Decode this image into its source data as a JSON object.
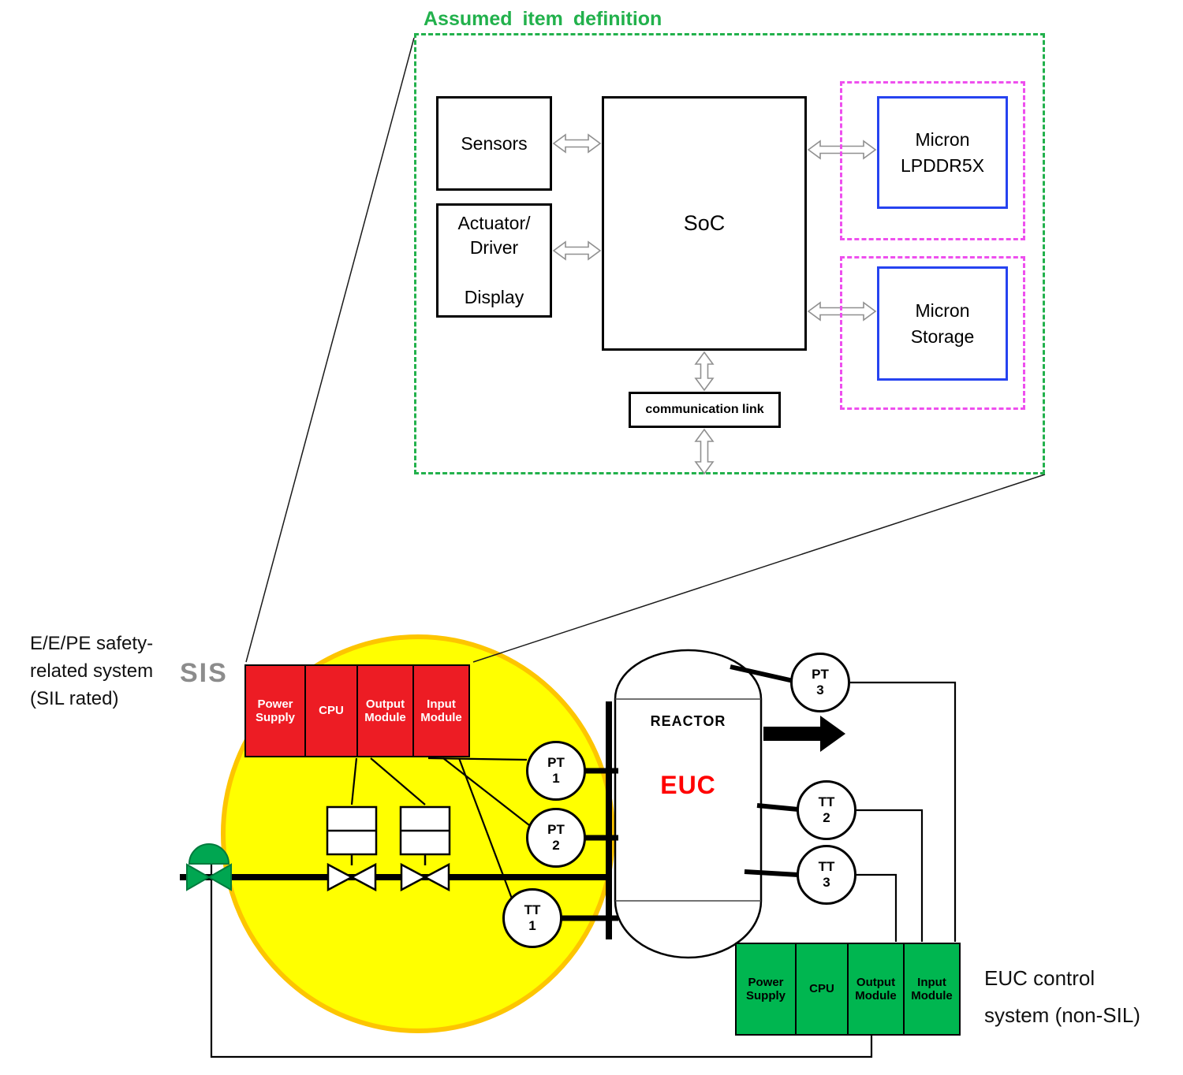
{
  "assumed_item": {
    "title": "Assumed item definition",
    "sensors": "Sensors",
    "actuator": "Actuator/\nDriver\n\nDisplay",
    "soc": "SoC",
    "micron_lpddr5x": "Micron\nLPDDR5X",
    "micron_storage": "Micron\nStorage",
    "comm_link": "communication link"
  },
  "plant": {
    "safety_system_label": "E/E/PE safety-\nrelated system\n(SIL rated)",
    "sis_label": "SIS",
    "euc_control_label": "EUC control\nsystem (non-SIL)",
    "reactor_label": "REACTOR",
    "euc_label": "EUC",
    "sis_modules": [
      "Power Supply",
      "CPU",
      "Output Module",
      "Input Module"
    ],
    "euc_modules": [
      "Power Supply",
      "CPU",
      "Output Module",
      "Input Module"
    ],
    "transmitters": {
      "pt1": "PT\n1",
      "pt2": "PT\n2",
      "tt1": "TT\n1",
      "pt3": "PT\n3",
      "tt2": "TT\n2",
      "tt3": "TT\n3"
    }
  },
  "colors": {
    "title_green": "#22b14c",
    "item_border_green": "#22b14c",
    "micron_dashed_magenta": "#ee4fee",
    "micron_blue": "#2643f0",
    "sis_red": "#ed1c24",
    "euc_green": "#00b650",
    "sis_zone_yellow": "#ffff00",
    "sis_zone_rim": "#fdc500",
    "euc_text_red": "#ff0000",
    "sis_text_gray": "#8c8c8c",
    "valve_green": "#00a651"
  }
}
